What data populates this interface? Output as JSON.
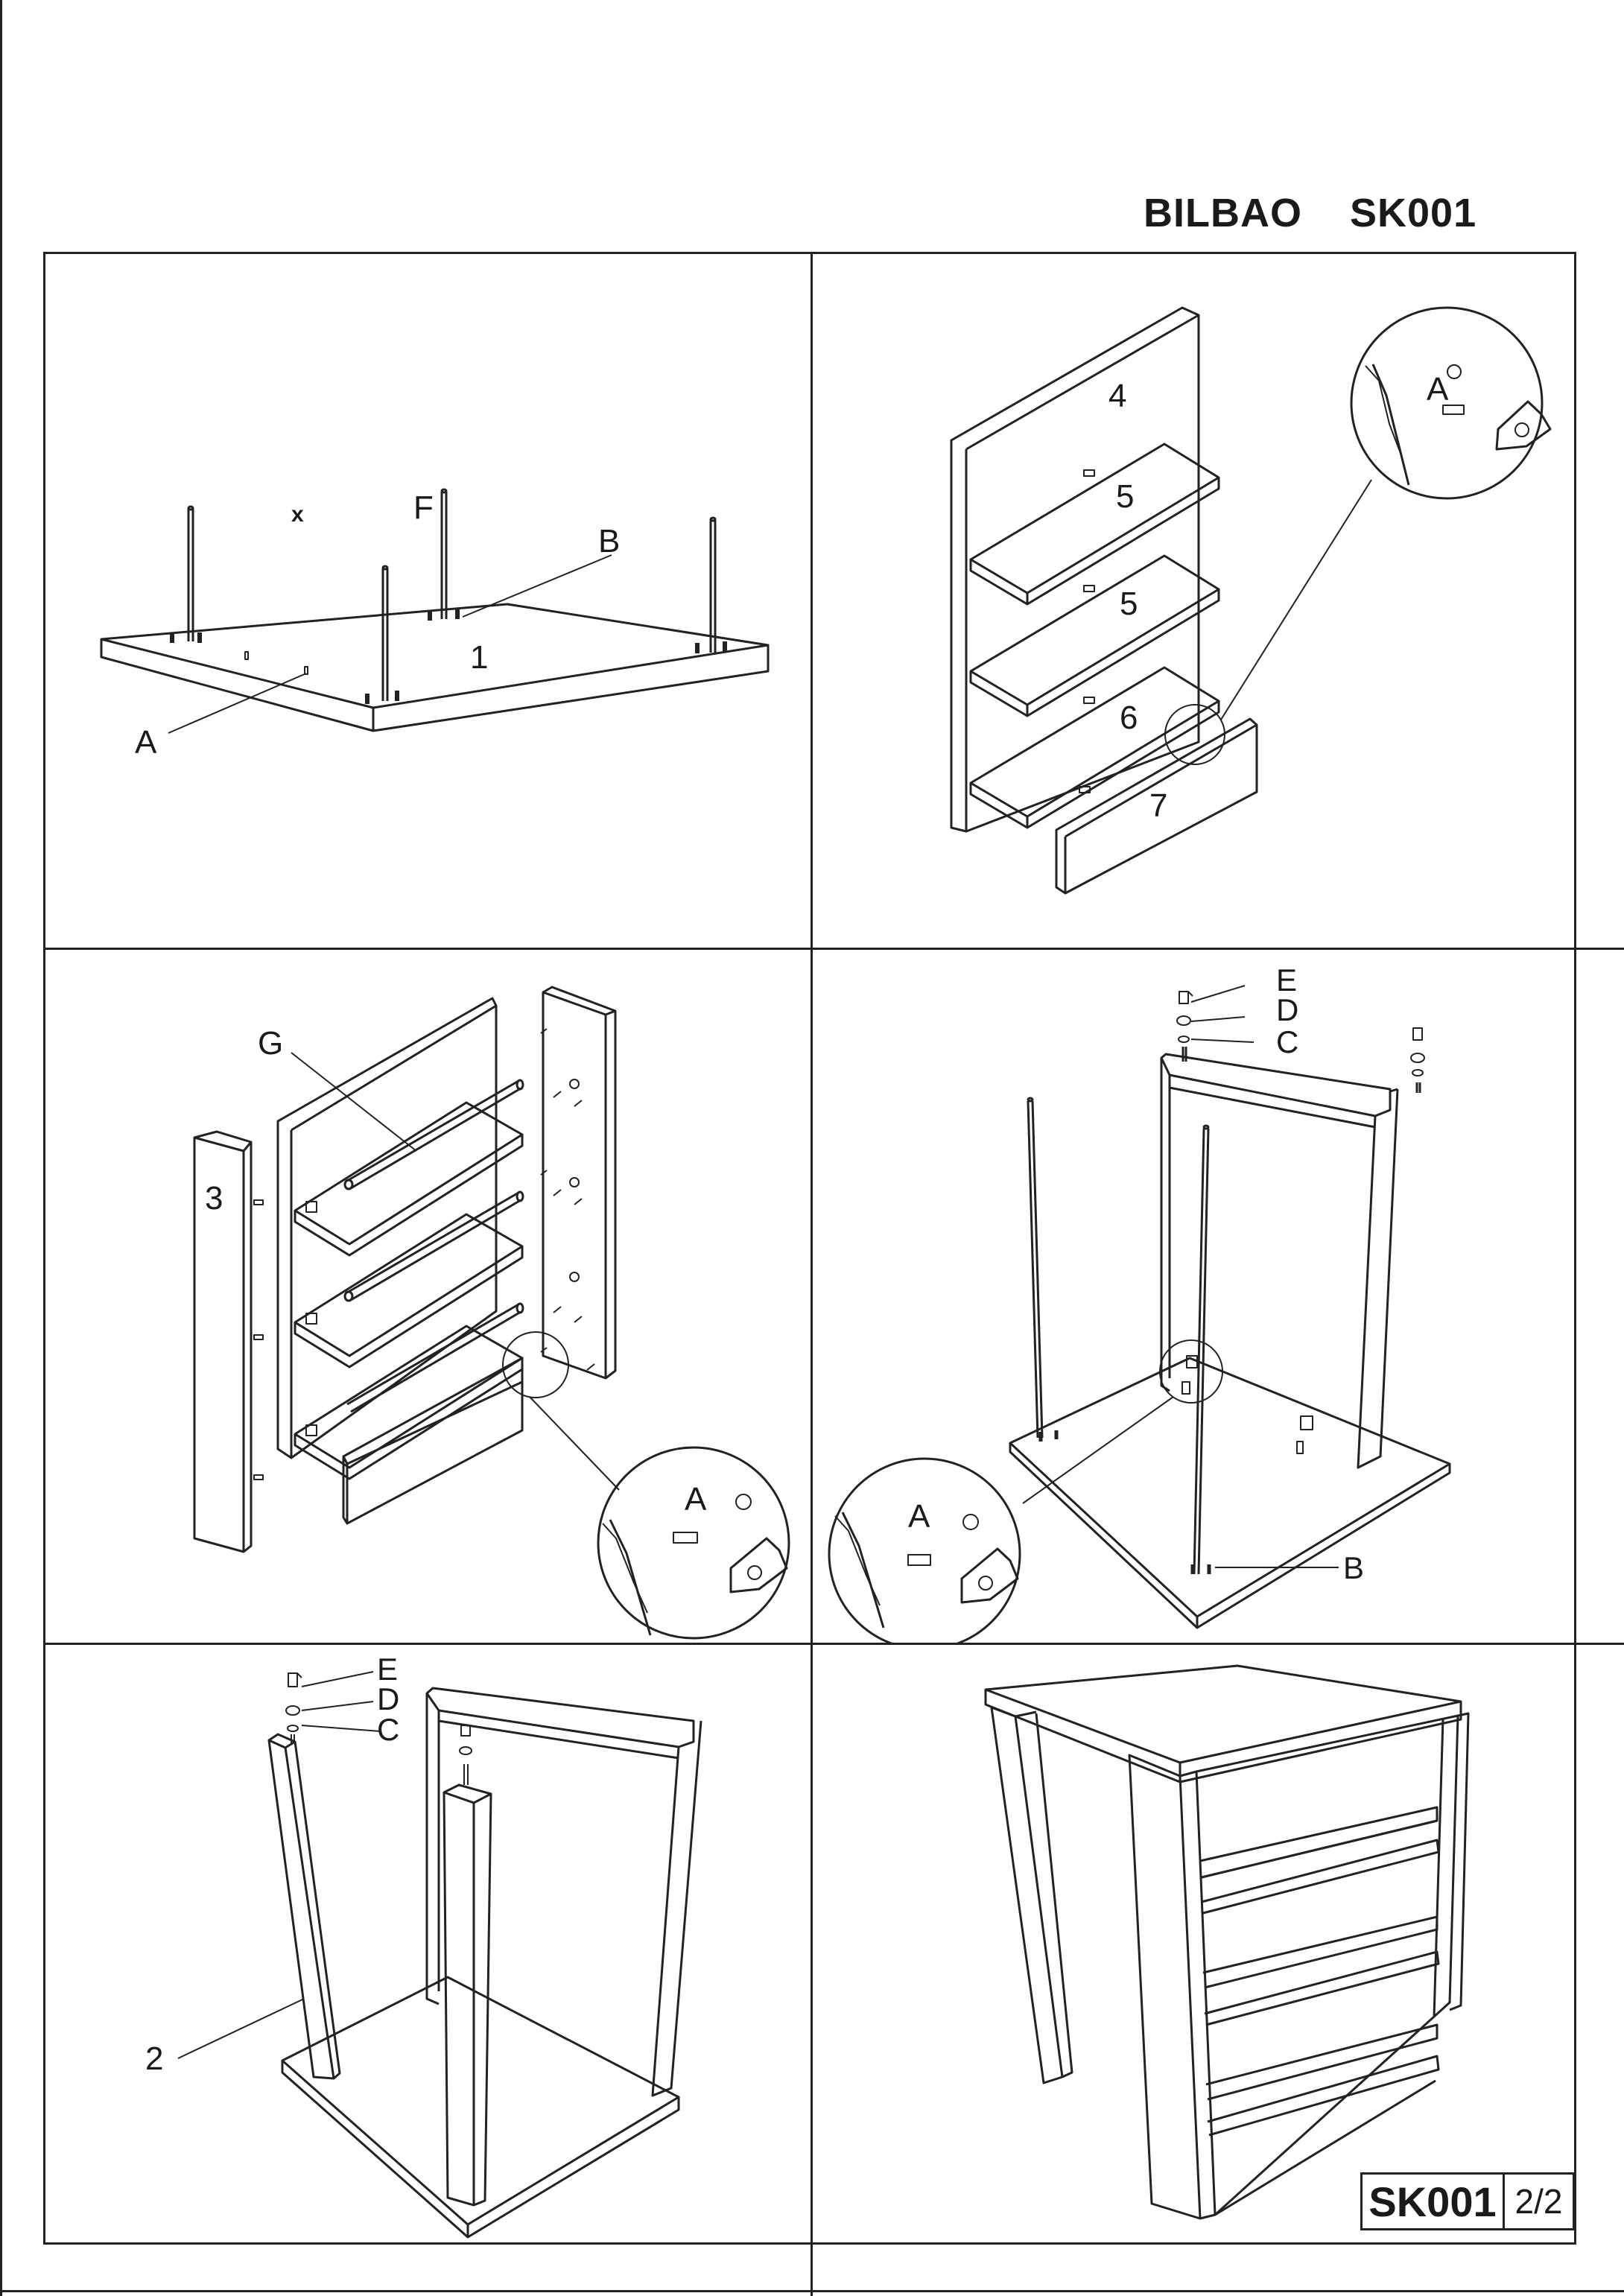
{
  "header": {
    "title": "BILBAO    SK001"
  },
  "steps": [
    {
      "parts": {
        "top": "1",
        "leg": "F",
        "dowel_a": "A",
        "peg_b": "B",
        "mark": "x"
      }
    },
    {
      "parts": {
        "side": "4",
        "shelf_upper": "5",
        "shelf_middle": "5",
        "shelf_lower": "6",
        "front": "7",
        "detail": "A"
      }
    },
    {
      "parts": {
        "side": "3",
        "rod": "G",
        "detail": "A"
      }
    },
    {
      "parts": {
        "screw": "E",
        "washer": "D",
        "nut": "C",
        "peg": "B",
        "detail": "A"
      }
    },
    {
      "parts": {
        "screw": "E",
        "washer": "D",
        "nut": "C",
        "leg": "2"
      }
    },
    {
      "parts": {}
    }
  ],
  "footer": {
    "model": "SK001",
    "page": "2/2"
  }
}
